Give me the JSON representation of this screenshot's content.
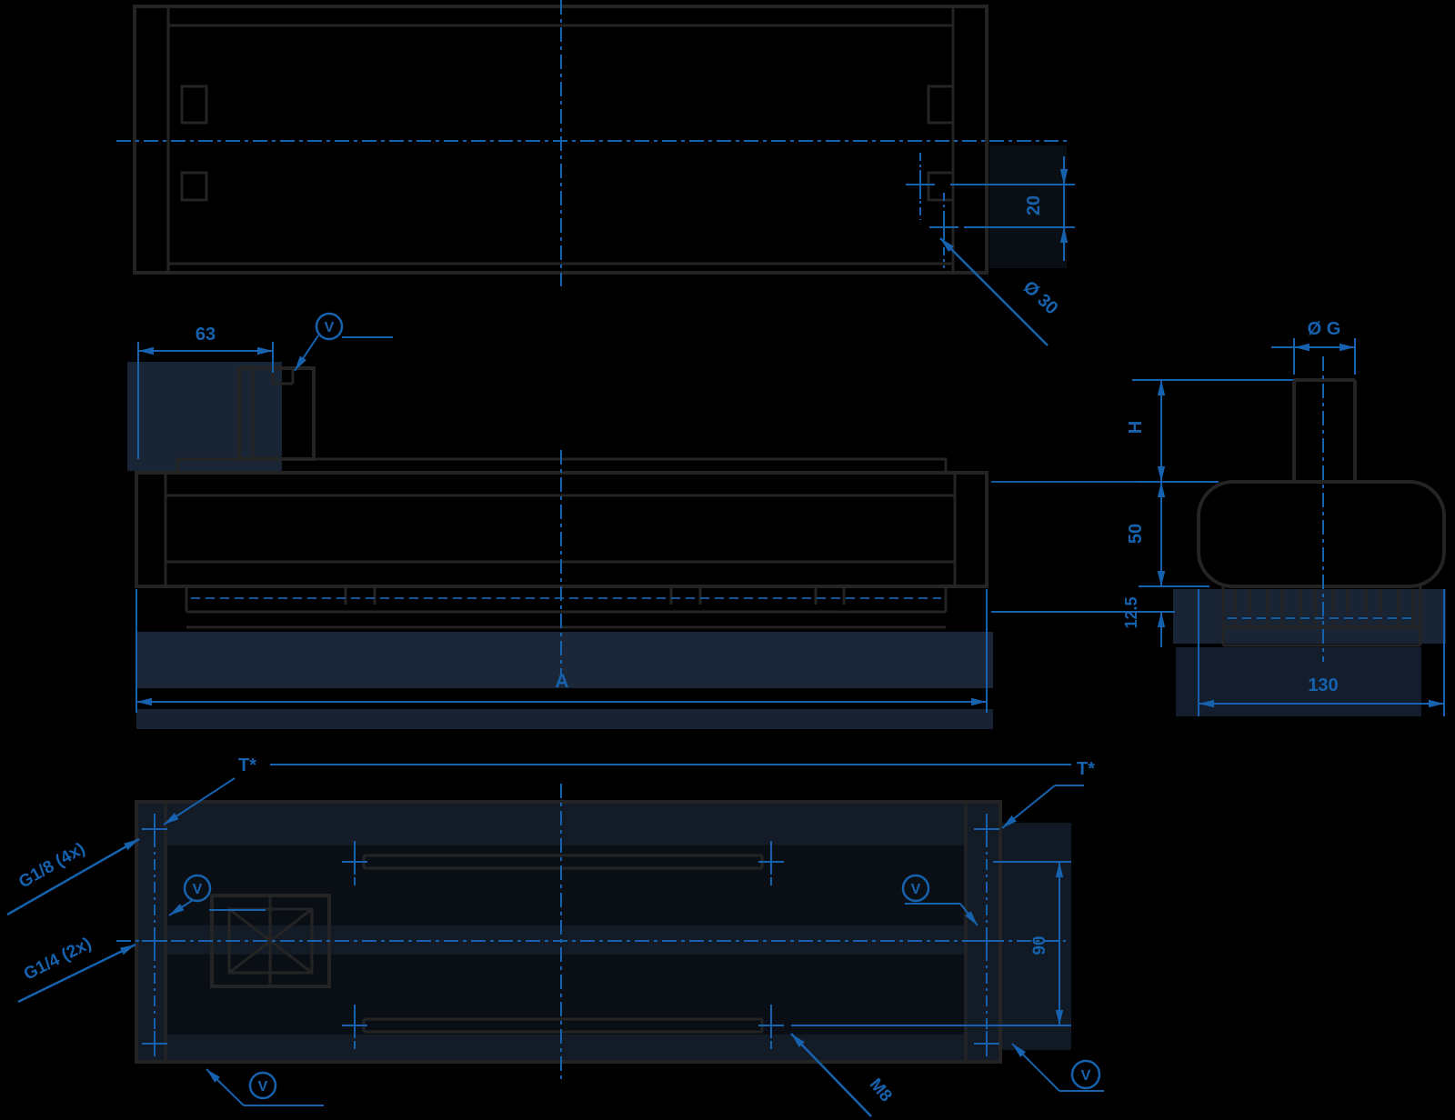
{
  "drawing": {
    "title": "linear-drive-three-view-dimension-drawing",
    "colors": {
      "background": "#000000",
      "outline_dark": "#242424",
      "dimension_blue": "#1662ae",
      "highlight_navy": "#223147"
    },
    "top_view": {
      "hole_row_offset": "20",
      "port_diameter": "Ø 30"
    },
    "side_view": {
      "carriage_position": "63",
      "surface_symbol": "V",
      "height_to_top": "H",
      "body_height": "50",
      "base_height": "12.5",
      "overall_length": "A"
    },
    "end_view": {
      "shaft_diameter": "Ø G",
      "overall_width": "130"
    },
    "bottom_view": {
      "thread_note_left": "T*",
      "thread_note_right": "T*",
      "port_small": "G1/8 (4x)",
      "port_large": "G1/4 (2x)",
      "slot_spacing": "90",
      "thread_size": "M8",
      "surface_symbol": "V"
    }
  }
}
